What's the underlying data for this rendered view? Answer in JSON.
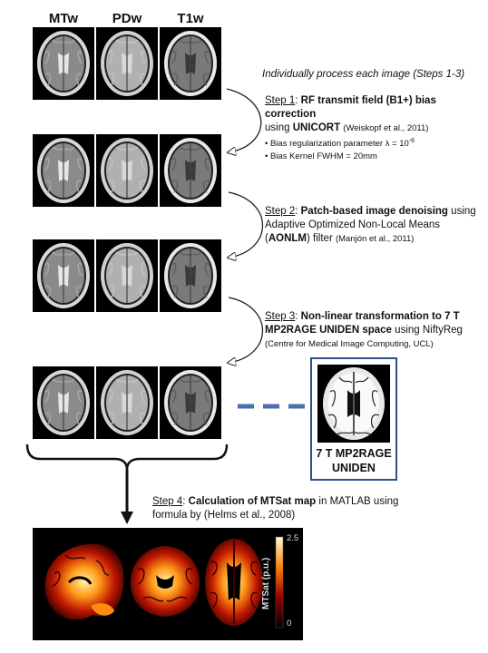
{
  "columns": [
    "MTw",
    "PDw",
    "T1w"
  ],
  "intro": "Individually process each image (Steps 1-3)",
  "step1": {
    "num": "Step 1",
    "title": "RF transmit field (B1+) bias correction",
    "using": "using",
    "method": "UNICORT",
    "ref": "(Weiskopf et al., 2011)",
    "bullet1_text": "Bias regularization parameter λ = 10",
    "bullet1_exp": "-6",
    "bullet2": "Bias Kernel FWHM = 20mm"
  },
  "step2": {
    "num": "Step 2",
    "title": "Patch-based image denoising",
    "using": "using",
    "line2": "Adaptive Optimized Non-Local Means",
    "method": "AONLM",
    "filter": "filter",
    "ref": "(Manjón et al., 2011)"
  },
  "step3": {
    "num": "Step 3",
    "title_a": "Non-linear transformation to 7 T",
    "title_b": "MP2RAGE UNIDEN space",
    "tail": "using NiftyReg",
    "ref": "(Centre for Medical Image Computing, UCL)"
  },
  "step4": {
    "num": "Step 4",
    "title": "Calculation of MTSat map",
    "tail": "in MATLAB using",
    "line2": "formula by (Helms et al., 2008)"
  },
  "reference_label": [
    "7 T MP2RAGE",
    "UNIDEN"
  ],
  "colorbar": {
    "max": "2.5",
    "min": "0",
    "label": "MTSat (p.u.)"
  },
  "colors": {
    "box_border": "#2d4f8a",
    "dash": "#4a6fb0",
    "hot_low": "#3a0000",
    "hot_high": "#fff6a0"
  }
}
